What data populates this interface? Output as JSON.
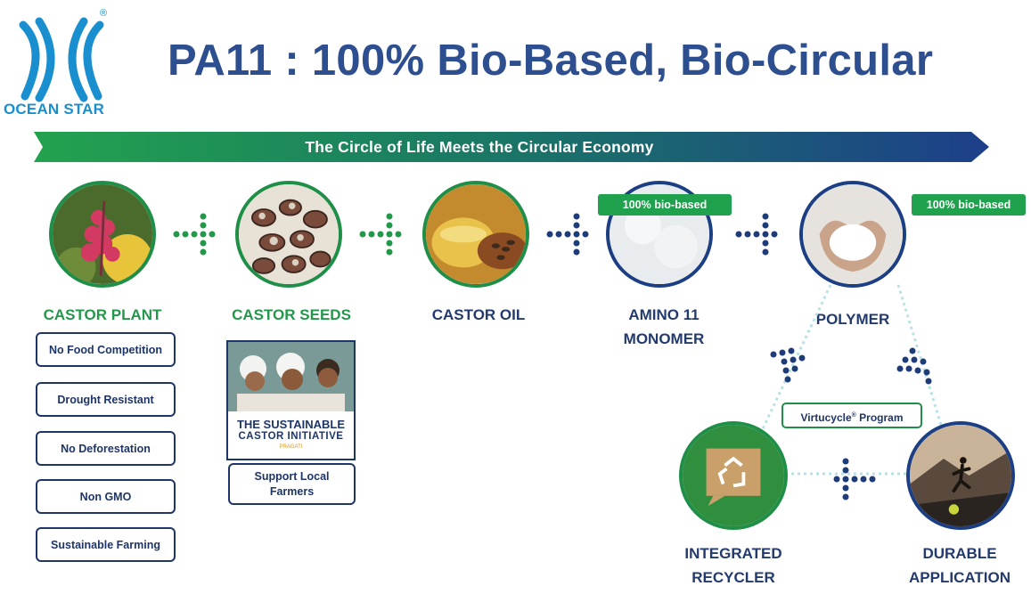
{
  "header": {
    "logo_text": "OCEAN STAR",
    "logo_mark": "®",
    "title": "PA11 : 100% Bio-Based, Bio-Circular"
  },
  "banner": {
    "text": "The Circle of Life Meets the Circular Economy"
  },
  "stages": {
    "castor_plant": "CASTOR PLANT",
    "castor_seeds": "CASTOR SEEDS",
    "castor_oil": "CASTOR OIL",
    "amino_line1": "AMINO 11",
    "amino_line2": "MONOMER",
    "polymer": "POLYMER",
    "recycler_line1": "INTEGRATED",
    "recycler_line2": "RECYCLER",
    "durable_line1": "DURABLE",
    "durable_line2": "APPLICATION"
  },
  "badges": {
    "amino": "100% bio-based",
    "polymer": "100% bio-based"
  },
  "attributes": [
    "No Food Competition",
    "Drought Resistant",
    "No Deforestation",
    "Non GMO",
    "Sustainable Farming"
  ],
  "initiative": {
    "line1": "THE SUSTAINABLE",
    "line2": "CASTOR INITIATIVE",
    "line3": "PRAGATI",
    "support_line1": "Support Local",
    "support_line2": "Farmers"
  },
  "program": {
    "name": "Virtucycle",
    "mark": "®",
    "suffix": " Program"
  },
  "colors": {
    "title": "#2d4e8f",
    "green": "#23974a",
    "navy": "#1e3569",
    "logo": "#1a8fd0"
  }
}
